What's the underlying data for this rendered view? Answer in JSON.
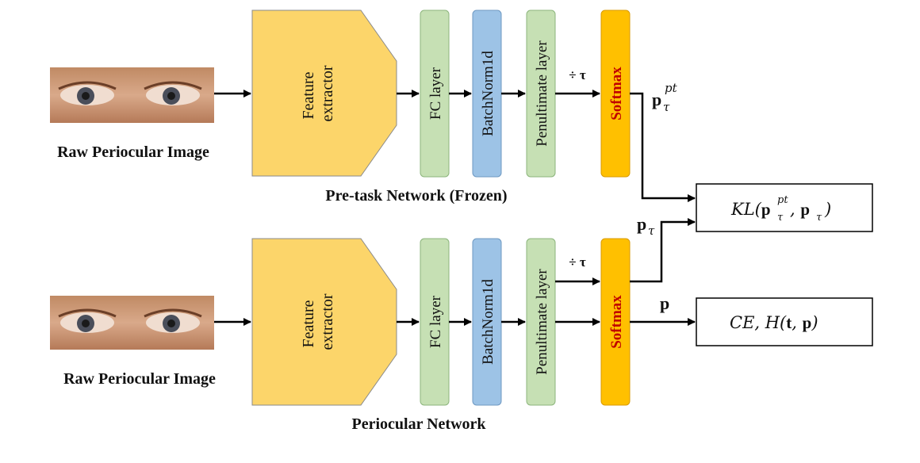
{
  "colors": {
    "feature_extractor": "#fcd56a",
    "fc_layer": "#c6e0b4",
    "batchnorm": "#9dc3e6",
    "penultimate": "#c6e0b4",
    "softmax": "#ffc000",
    "softmax_text": "#c00000"
  },
  "top_branch": {
    "input_label": "Raw Periocular Image",
    "network_label": "Pre-task Network (Frozen)",
    "feature_extractor_line1": "Feature",
    "feature_extractor_line2": "extractor",
    "fc_label": "FC layer",
    "bn_label": "BatchNorm1d",
    "pen_label": "Penultimate layer",
    "temp_label": "÷ τ",
    "softmax_label": "Softmax",
    "output_label_base": "p",
    "output_label_sup": "pt",
    "output_label_sub": "τ"
  },
  "bottom_branch": {
    "input_label": "Raw Periocular Image",
    "network_label": "Periocular Network",
    "feature_extractor_line1": "Feature",
    "feature_extractor_line2": "extractor",
    "fc_label": "FC layer",
    "bn_label": "BatchNorm1d",
    "pen_label": "Penultimate layer",
    "temp_label": "÷ τ",
    "softmax_label": "Softmax",
    "output_soft_base": "p",
    "output_soft_sub": "τ",
    "output_hard": "p"
  },
  "losses": {
    "kl": {
      "prefix": "KL(",
      "p1": "p",
      "p1_sup": "pt",
      "p1_sub": "τ",
      "sep": ", ",
      "p2": "p",
      "p2_sub": "τ",
      "suffix": ")"
    },
    "ce": {
      "prefix": "CE, H(",
      "t": "t",
      "sep": ", ",
      "p": "p",
      "suffix": ")"
    }
  }
}
